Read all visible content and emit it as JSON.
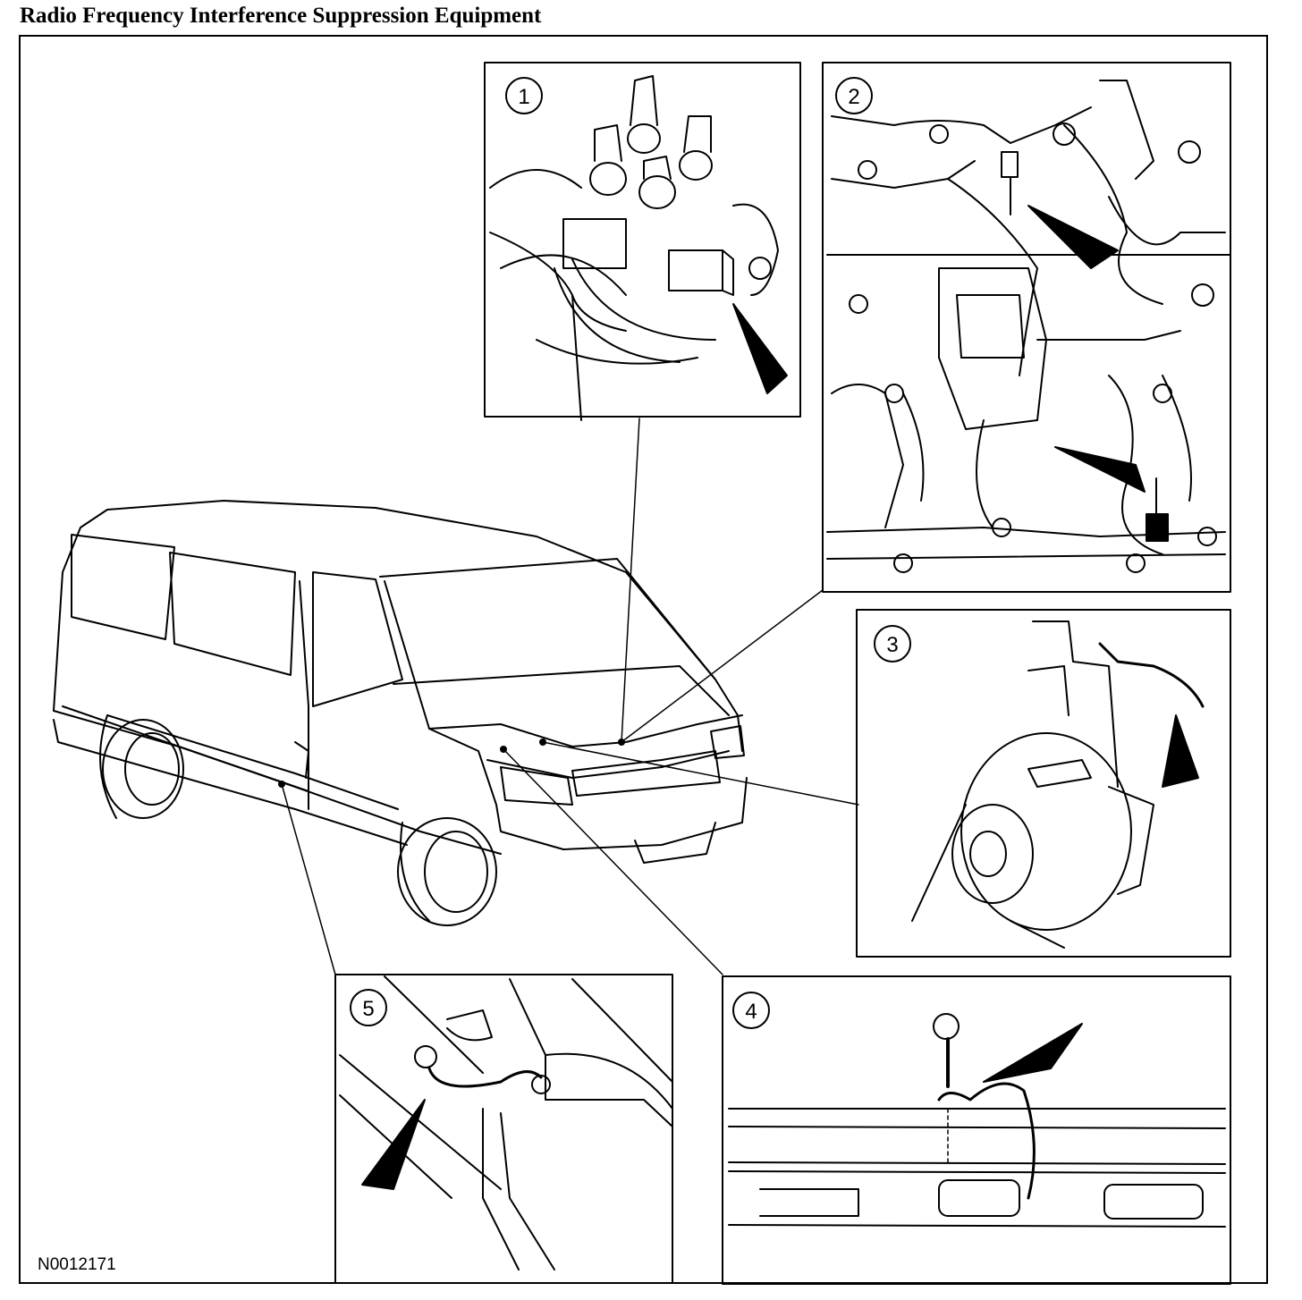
{
  "title": "Radio Frequency Interference Suppression Equipment",
  "figure_id": "N0012171",
  "callouts": [
    "1",
    "2",
    "3",
    "4",
    "5"
  ],
  "colors": {
    "line": "#000000",
    "background": "#ffffff"
  }
}
